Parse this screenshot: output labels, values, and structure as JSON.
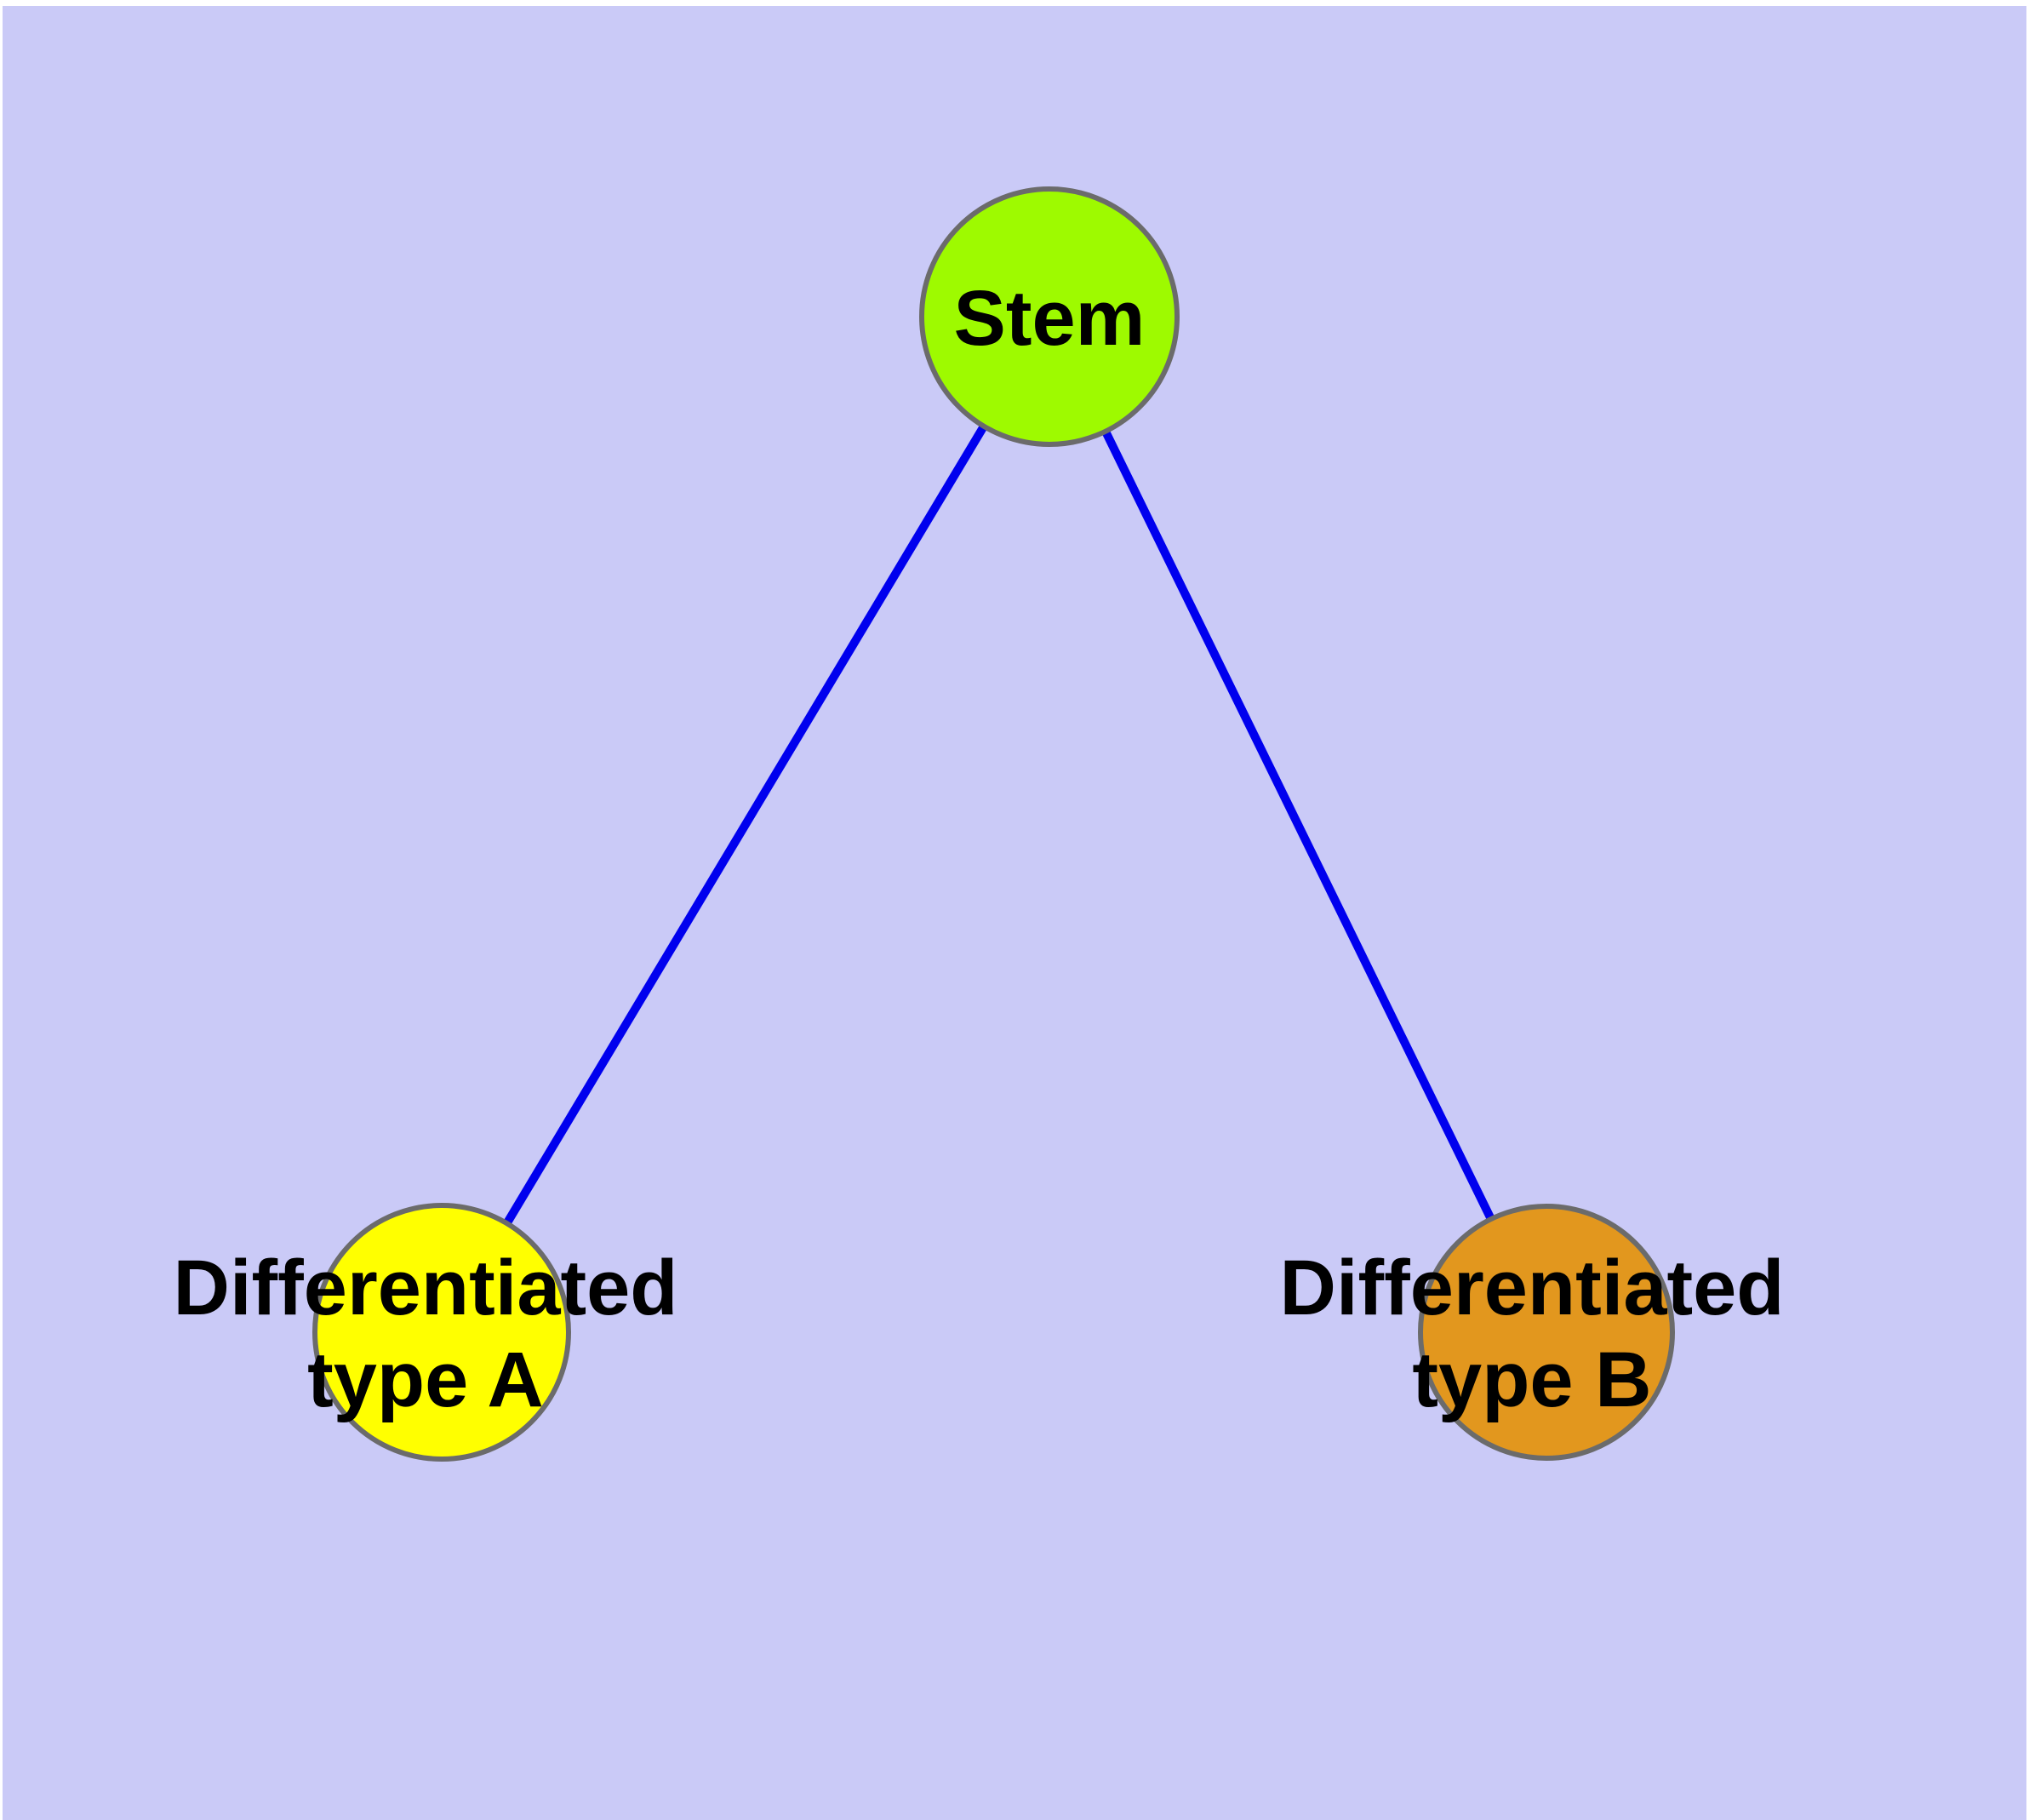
{
  "page": {
    "margin_color": "#ffffff"
  },
  "diagram": {
    "type": "node-link-graph",
    "background_color": "#cacaf7",
    "edge_color": "#0000ee",
    "node_border_color": "#6b6b6b",
    "label_color": "#000000",
    "nodes": [
      {
        "id": "stem",
        "label": "Stem",
        "fill": "#9efa00"
      },
      {
        "id": "differentiated-type-a",
        "label_line1": "Differentiated",
        "label_line2": "type A",
        "fill": "#ffff00"
      },
      {
        "id": "differentiated-type-b",
        "label_line1": "Differentiated",
        "label_line2": "type B",
        "fill": "#e2971e"
      }
    ],
    "edges": [
      {
        "from": "Stem",
        "to": "Differentiated type A"
      },
      {
        "from": "Stem",
        "to": "Differentiated type B"
      }
    ]
  }
}
